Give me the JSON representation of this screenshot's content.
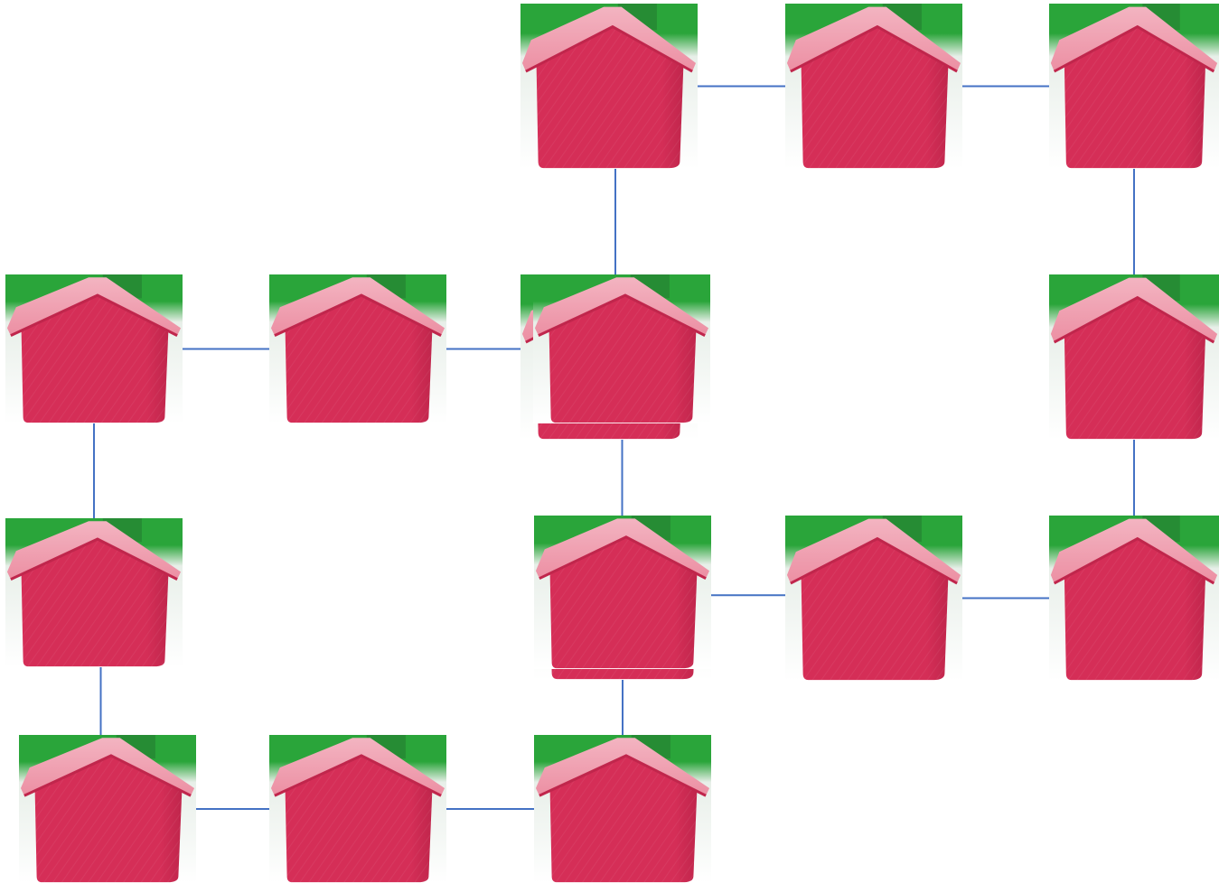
{
  "colors": {
    "house_body": "#d52e57",
    "house_body_shadow": "#c0264c",
    "house_roof": "#ec8fa3",
    "house_roof_edge": "#f3b4c1",
    "background_green": "#2aa53a",
    "background_dark": "#1f5e2b",
    "background_light": "#e8efe9",
    "connector": "#4472c4"
  },
  "diagram": {
    "icon": "house-icon",
    "node_count": 16,
    "nodes": [
      {
        "id": "h1",
        "row": 1,
        "col": 3
      },
      {
        "id": "h2",
        "row": 1,
        "col": 4
      },
      {
        "id": "h3",
        "row": 1,
        "col": 5
      },
      {
        "id": "h4",
        "row": 2,
        "col": 1
      },
      {
        "id": "h5",
        "row": 2,
        "col": 2
      },
      {
        "id": "h6",
        "row": 2,
        "col": 3
      },
      {
        "id": "h7",
        "row": 2,
        "col": 5
      },
      {
        "id": "h8",
        "row": 3,
        "col": 1
      },
      {
        "id": "h9",
        "row": 3,
        "col": 3
      },
      {
        "id": "h10",
        "row": 3,
        "col": 4
      },
      {
        "id": "h11",
        "row": 3,
        "col": 5
      },
      {
        "id": "h12",
        "row": 4,
        "col": 1
      },
      {
        "id": "h13",
        "row": 4,
        "col": 2
      },
      {
        "id": "h14",
        "row": 4,
        "col": 3
      }
    ],
    "edges": [
      [
        "h1",
        "h2"
      ],
      [
        "h2",
        "h3"
      ],
      [
        "h1",
        "h6"
      ],
      [
        "h3",
        "h7"
      ],
      [
        "h4",
        "h5"
      ],
      [
        "h5",
        "h6"
      ],
      [
        "h4",
        "h8"
      ],
      [
        "h6",
        "h9"
      ],
      [
        "h7",
        "h11"
      ],
      [
        "h9",
        "h10"
      ],
      [
        "h10",
        "h11"
      ],
      [
        "h8",
        "h12"
      ],
      [
        "h9",
        "h14"
      ],
      [
        "h12",
        "h13"
      ],
      [
        "h13",
        "h14"
      ]
    ]
  }
}
